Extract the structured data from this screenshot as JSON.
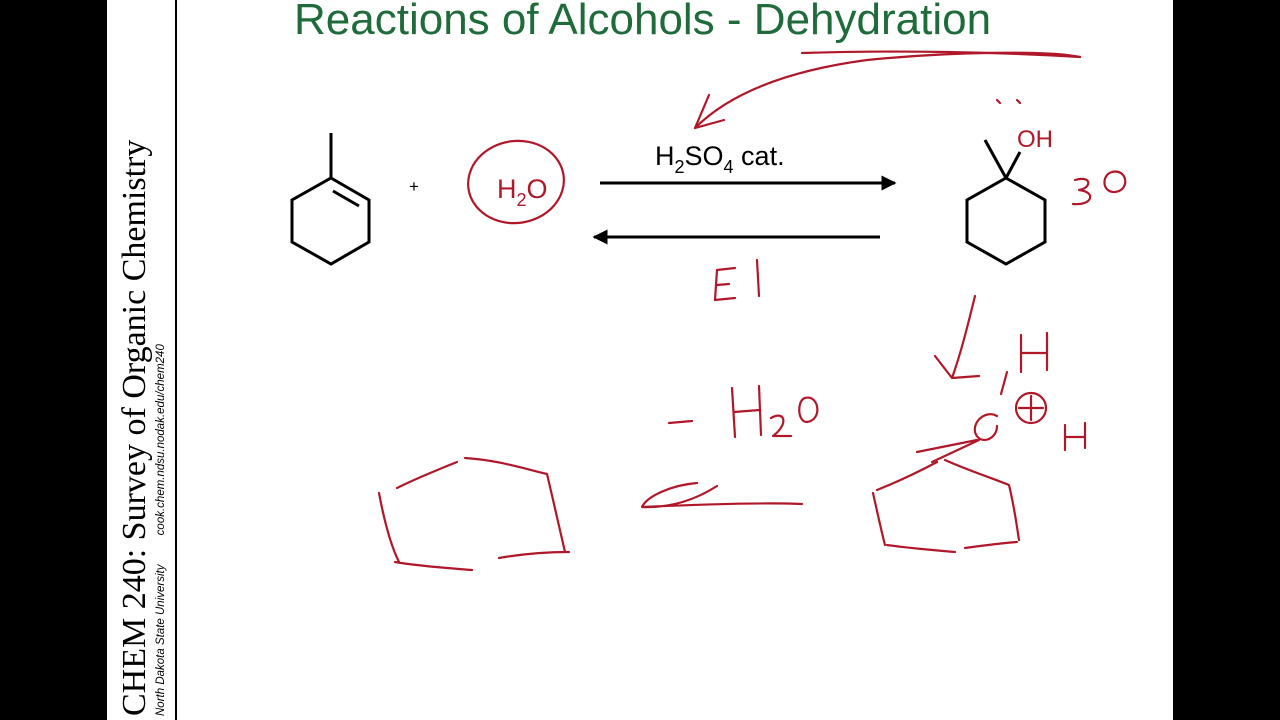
{
  "slide": {
    "title": "Reactions of Alcohols - Dehydration",
    "course": "CHEM 240: Survey of Organic Chemistry",
    "university": "North Dakota State University",
    "url": "cook.chem.ndsu.nodak.edu/chem240"
  },
  "reaction": {
    "plus": "+",
    "water_h": "H",
    "water_sub": "2",
    "water_o": "O",
    "reagent_h": "H",
    "reagent_sub2": "2",
    "reagent_so": "SO",
    "reagent_sub4": "4",
    "reagent_tail": " cat.",
    "product_label": "OH"
  },
  "colors": {
    "title": "#1f6b3a",
    "ink": "#b0182a",
    "background": "#000000",
    "slide": "#ffffff"
  }
}
